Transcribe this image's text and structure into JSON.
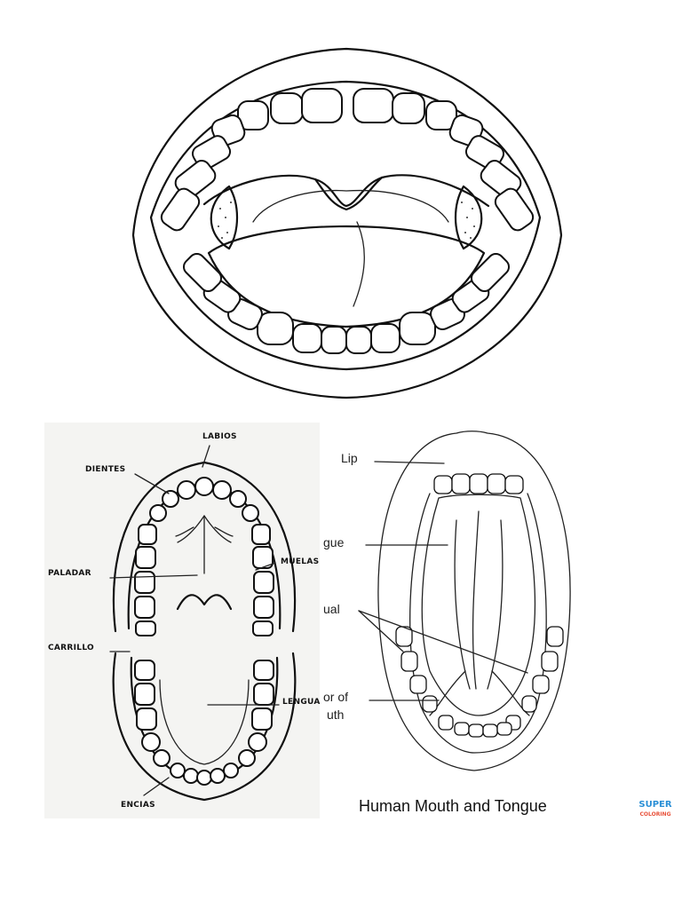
{
  "top_figure": {},
  "spanish_figure": {
    "labels": {
      "labios": "LABIOS",
      "dientes": "DIENTES",
      "paladar": "PALADAR",
      "muelas": "MUELAS",
      "carrillo": "CARRILLO",
      "lengua": "LENGUA",
      "encias": "ENCIAS"
    }
  },
  "english_figure": {
    "labels": {
      "lip": "Lip",
      "tongue": "gue",
      "lingual": "ual",
      "floor_line1": "or of",
      "floor_line2": "uth"
    },
    "caption": "Human Mouth and Tongue"
  },
  "logo": {
    "line1": "SUPER",
    "line2": "COLORING"
  }
}
